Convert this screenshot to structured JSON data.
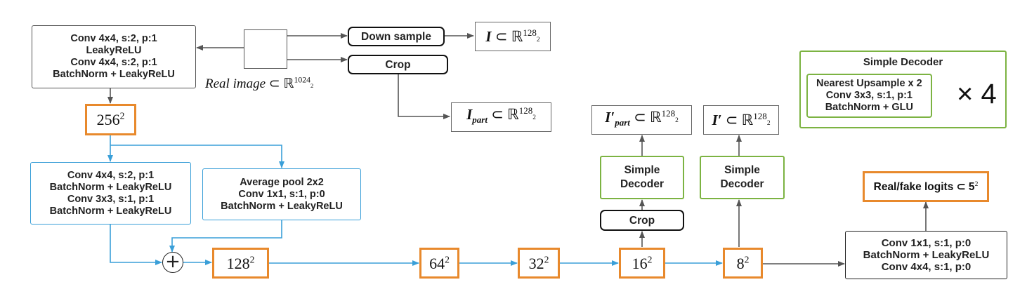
{
  "encoder_block": [
    "Conv 4x4, s:2, p:1",
    "LeakyReLU",
    "Conv 4x4, s:2, p:1",
    "BatchNorm + LeakyReLU"
  ],
  "real_image": {
    "label": "Real image",
    "space": "⊂ ℝ",
    "exp": "1024"
  },
  "down_sample": "Down sample",
  "crop_top": "Crop",
  "crop_mid": "Crop",
  "i_out": {
    "label": "I",
    "rel": "⊂ ℝ",
    "exp": "128"
  },
  "i_part_out": {
    "label": "I",
    "sub": "part",
    "rel": "⊂ ℝ",
    "exp": "128"
  },
  "i_part_prime_out": {
    "label": "I′",
    "sub": "part",
    "rel": "⊂ ℝ",
    "exp": "128"
  },
  "i_prime_out": {
    "label": "I′",
    "rel": "⊂ ℝ",
    "exp": "128"
  },
  "feat_256": "256",
  "feat_128": "128",
  "feat_64": "64",
  "feat_32": "32",
  "feat_16": "16",
  "feat_8": "8",
  "exp2": "2",
  "residual_block": [
    "Conv 4x4, s:2, p:1",
    "BatchNorm + LeakyReLU",
    "Conv 3x3, s:1, p:1",
    "BatchNorm + LeakyReLU"
  ],
  "skip_block": [
    "Average pool 2x2",
    "Conv 1x1, s:1, p:0",
    "BatchNorm + LeakyReLU"
  ],
  "simple_decoder_1": [
    "Simple",
    "Decoder"
  ],
  "simple_decoder_2": [
    "Simple",
    "Decoder"
  ],
  "legend": {
    "title": "Simple Decoder",
    "lines": [
      "Nearest Upsample x 2",
      "Conv 3x3, s:1, p:1",
      "BatchNorm + GLU"
    ],
    "multiplier": "× 4"
  },
  "logits": {
    "label": "Real/fake logits ⊂ 5",
    "exp": "2"
  },
  "head_block": [
    "Conv 1x1, s:1, p:0",
    "BatchNorm + LeakyReLU",
    "Conv 4x4, s:1, p:0"
  ],
  "plus_symbol": "+",
  "colors": {
    "orange": "#e8892c",
    "blue": "#3a9fd8",
    "green": "#7cb342",
    "gray": "#555555"
  }
}
